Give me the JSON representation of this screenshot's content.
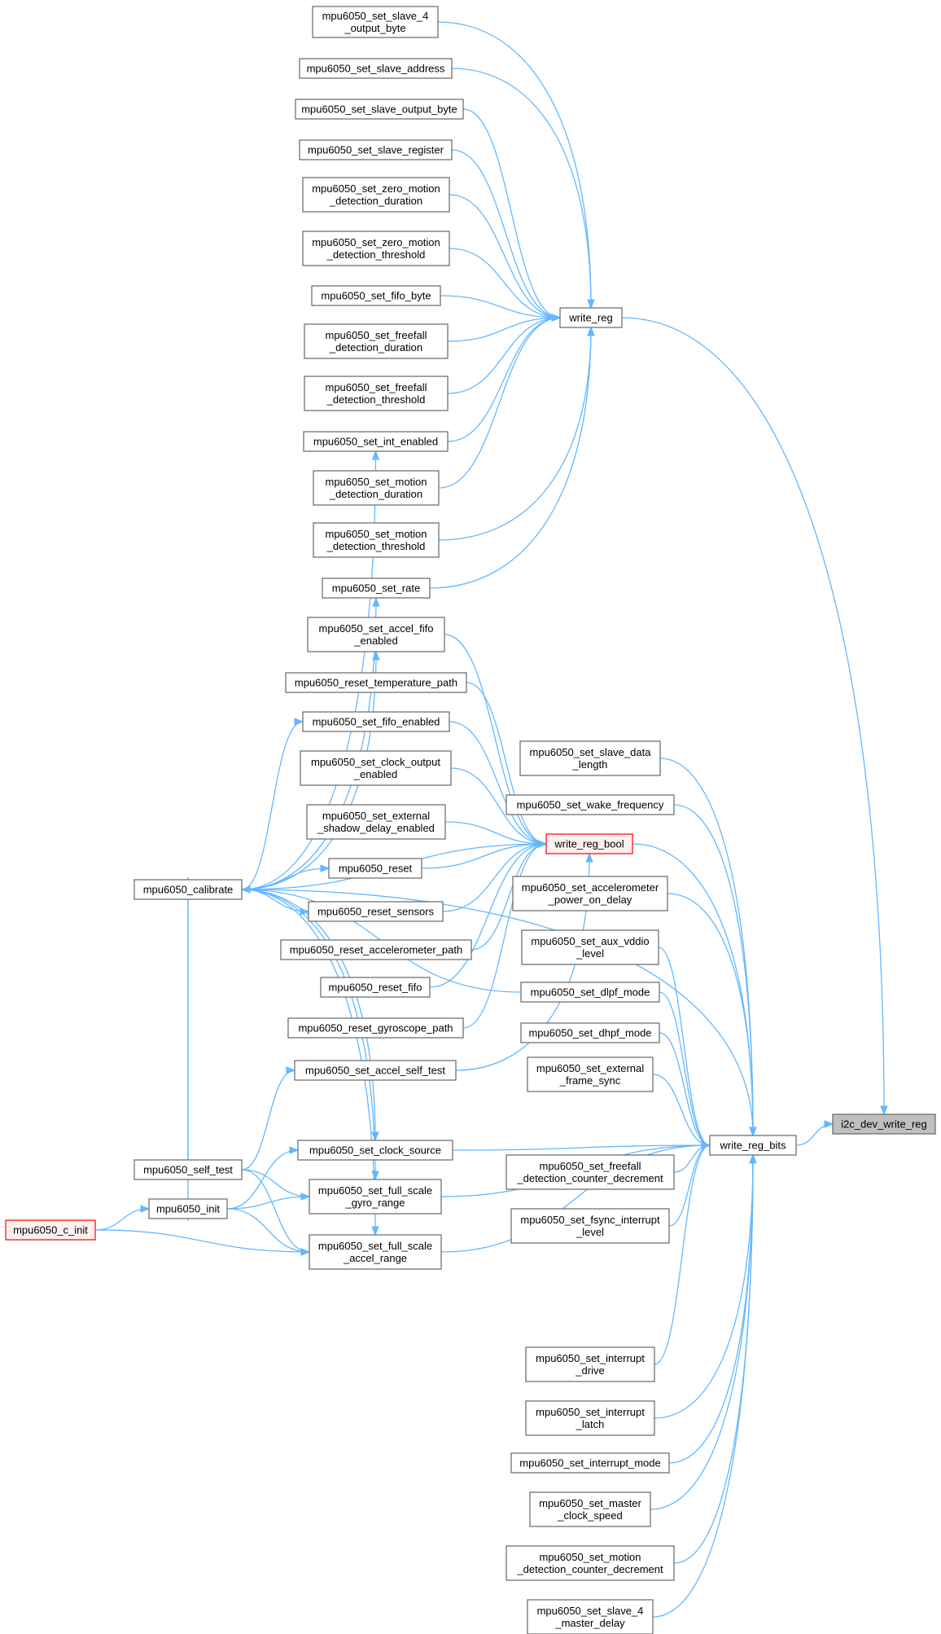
{
  "nodes": [
    {
      "id": "slave4out",
      "lines": [
        "mpu6050_set_slave_4",
        "_output_byte"
      ]
    },
    {
      "id": "slaveaddr",
      "lines": [
        "mpu6050_set_slave_address"
      ]
    },
    {
      "id": "slaveoutbyte",
      "lines": [
        "mpu6050_set_slave_output_byte"
      ]
    },
    {
      "id": "slavereg",
      "lines": [
        "mpu6050_set_slave_register"
      ]
    },
    {
      "id": "zmdur",
      "lines": [
        "mpu6050_set_zero_motion",
        "_detection_duration"
      ]
    },
    {
      "id": "zmthr",
      "lines": [
        "mpu6050_set_zero_motion",
        "_detection_threshold"
      ]
    },
    {
      "id": "fifobyte",
      "lines": [
        "mpu6050_set_fifo_byte"
      ]
    },
    {
      "id": "ffdur",
      "lines": [
        "mpu6050_set_freefall",
        "_detection_duration"
      ]
    },
    {
      "id": "ffthr",
      "lines": [
        "mpu6050_set_freefall",
        "_detection_threshold"
      ]
    },
    {
      "id": "intenabled",
      "lines": [
        "mpu6050_set_int_enabled"
      ]
    },
    {
      "id": "mdur",
      "lines": [
        "mpu6050_set_motion",
        "_detection_duration"
      ]
    },
    {
      "id": "mthr",
      "lines": [
        "mpu6050_set_motion",
        "_detection_threshold"
      ]
    },
    {
      "id": "rate",
      "lines": [
        "mpu6050_set_rate"
      ]
    },
    {
      "id": "accelfifo",
      "lines": [
        "mpu6050_set_accel_fifo",
        "_enabled"
      ]
    },
    {
      "id": "resettemp",
      "lines": [
        "mpu6050_reset_temperature_path"
      ]
    },
    {
      "id": "fifoen",
      "lines": [
        "mpu6050_set_fifo_enabled"
      ]
    },
    {
      "id": "clkout",
      "lines": [
        "mpu6050_set_clock_output",
        "_enabled"
      ]
    },
    {
      "id": "extshadow",
      "lines": [
        "mpu6050_set_external",
        "_shadow_delay_enabled"
      ]
    },
    {
      "id": "reset",
      "lines": [
        "mpu6050_reset"
      ]
    },
    {
      "id": "resetsensors",
      "lines": [
        "mpu6050_reset_sensors"
      ]
    },
    {
      "id": "resetaccel",
      "lines": [
        "mpu6050_reset_accelerometer_path"
      ]
    },
    {
      "id": "resetfifo",
      "lines": [
        "mpu6050_reset_fifo"
      ]
    },
    {
      "id": "resetgyro",
      "lines": [
        "mpu6050_reset_gyroscope_path"
      ]
    },
    {
      "id": "accelselftest",
      "lines": [
        "mpu6050_set_accel_self_test"
      ]
    },
    {
      "id": "clksrc",
      "lines": [
        "mpu6050_set_clock_source"
      ]
    },
    {
      "id": "gyrorange",
      "lines": [
        "mpu6050_set_full_scale",
        "_gyro_range"
      ]
    },
    {
      "id": "accelrange",
      "lines": [
        "mpu6050_set_full_scale",
        "_accel_range"
      ]
    },
    {
      "id": "calibrate",
      "lines": [
        "mpu6050_calibrate"
      ]
    },
    {
      "id": "selftest",
      "lines": [
        "mpu6050_self_test"
      ]
    },
    {
      "id": "init",
      "lines": [
        "mpu6050_init"
      ]
    },
    {
      "id": "cinit",
      "lines": [
        "mpu6050_c_init"
      ]
    },
    {
      "id": "writereg",
      "lines": [
        "write_reg"
      ]
    },
    {
      "id": "writeregbool",
      "lines": [
        "write_reg_bool"
      ]
    },
    {
      "id": "writeregbits",
      "lines": [
        "write_reg_bits"
      ]
    },
    {
      "id": "i2c",
      "lines": [
        "i2c_dev_write_reg"
      ]
    },
    {
      "id": "slavedatalen",
      "lines": [
        "mpu6050_set_slave_data",
        "_length"
      ]
    },
    {
      "id": "wakefreq",
      "lines": [
        "mpu6050_set_wake_frequency"
      ]
    },
    {
      "id": "accelpower",
      "lines": [
        "mpu6050_set_accelerometer",
        "_power_on_delay"
      ]
    },
    {
      "id": "auxvddio",
      "lines": [
        "mpu6050_set_aux_vddio",
        "_level"
      ]
    },
    {
      "id": "dlpf",
      "lines": [
        "mpu6050_set_dlpf_mode"
      ]
    },
    {
      "id": "dhpf",
      "lines": [
        "mpu6050_set_dhpf_mode"
      ]
    },
    {
      "id": "extframe",
      "lines": [
        "mpu6050_set_external",
        "_frame_sync"
      ]
    },
    {
      "id": "ffcounter",
      "lines": [
        "mpu6050_set_freefall",
        "_detection_counter_decrement"
      ]
    },
    {
      "id": "fsyncint",
      "lines": [
        "mpu6050_set_fsync_interrupt",
        "_level"
      ]
    },
    {
      "id": "intdrive",
      "lines": [
        "mpu6050_set_interrupt",
        "_drive"
      ]
    },
    {
      "id": "intlatch",
      "lines": [
        "mpu6050_set_interrupt",
        "_latch"
      ]
    },
    {
      "id": "intmode",
      "lines": [
        "mpu6050_set_interrupt_mode"
      ]
    },
    {
      "id": "masterclk",
      "lines": [
        "mpu6050_set_master",
        "_clock_speed"
      ]
    },
    {
      "id": "mcounter",
      "lines": [
        "mpu6050_set_motion",
        "_detection_counter_decrement"
      ]
    },
    {
      "id": "slave4delay",
      "lines": [
        "mpu6050_set_slave_4",
        "_master_delay"
      ]
    }
  ],
  "edges": [
    [
      "slave4out",
      "writereg"
    ],
    [
      "slaveaddr",
      "writereg"
    ],
    [
      "slaveoutbyte",
      "writereg"
    ],
    [
      "slavereg",
      "writereg"
    ],
    [
      "zmdur",
      "writereg"
    ],
    [
      "zmthr",
      "writereg"
    ],
    [
      "fifobyte",
      "writereg"
    ],
    [
      "ffdur",
      "writereg"
    ],
    [
      "ffthr",
      "writereg"
    ],
    [
      "intenabled",
      "writereg"
    ],
    [
      "mdur",
      "writereg"
    ],
    [
      "mthr",
      "writereg"
    ],
    [
      "rate",
      "writereg"
    ],
    [
      "writereg",
      "i2c"
    ],
    [
      "writeregbits",
      "i2c"
    ],
    [
      "accelfifo",
      "writeregbool"
    ],
    [
      "resettemp",
      "writeregbool"
    ],
    [
      "fifoen",
      "writeregbool"
    ],
    [
      "clkout",
      "writeregbool"
    ],
    [
      "extshadow",
      "writeregbool"
    ],
    [
      "reset",
      "writeregbool"
    ],
    [
      "resetsensors",
      "writeregbool"
    ],
    [
      "resetaccel",
      "writeregbool"
    ],
    [
      "resetfifo",
      "writeregbool"
    ],
    [
      "resetgyro",
      "writeregbool"
    ],
    [
      "accelselftest",
      "writeregbool"
    ],
    [
      "calibrate",
      "writeregbool"
    ],
    [
      "writeregbool",
      "writeregbits"
    ],
    [
      "slavedatalen",
      "writeregbits"
    ],
    [
      "wakefreq",
      "writeregbits"
    ],
    [
      "accelpower",
      "writeregbits"
    ],
    [
      "auxvddio",
      "writeregbits"
    ],
    [
      "dlpf",
      "writeregbits"
    ],
    [
      "dhpf",
      "writeregbits"
    ],
    [
      "extframe",
      "writeregbits"
    ],
    [
      "ffcounter",
      "writeregbits"
    ],
    [
      "fsyncint",
      "writeregbits"
    ],
    [
      "intdrive",
      "writeregbits"
    ],
    [
      "intlatch",
      "writeregbits"
    ],
    [
      "intmode",
      "writeregbits"
    ],
    [
      "masterclk",
      "writeregbits"
    ],
    [
      "mcounter",
      "writeregbits"
    ],
    [
      "slave4delay",
      "writeregbits"
    ],
    [
      "clksrc",
      "writeregbits"
    ],
    [
      "gyrorange",
      "writeregbits"
    ],
    [
      "accelrange",
      "writeregbits"
    ],
    [
      "calibrate",
      "writeregbits"
    ],
    [
      "calibrate",
      "intenabled"
    ],
    [
      "calibrate",
      "rate"
    ],
    [
      "calibrate",
      "accelfifo"
    ],
    [
      "calibrate",
      "fifoen"
    ],
    [
      "calibrate",
      "reset"
    ],
    [
      "calibrate",
      "resetsensors"
    ],
    [
      "calibrate",
      "clksrc"
    ],
    [
      "calibrate",
      "gyrorange"
    ],
    [
      "calibrate",
      "accelrange"
    ],
    [
      "selftest",
      "accelselftest"
    ],
    [
      "selftest",
      "gyrorange"
    ],
    [
      "selftest",
      "accelrange"
    ],
    [
      "selftest",
      "calibrate"
    ],
    [
      "init",
      "clksrc"
    ],
    [
      "init",
      "gyrorange"
    ],
    [
      "init",
      "accelrange"
    ],
    [
      "init",
      "calibrate"
    ],
    [
      "cinit",
      "init"
    ],
    [
      "cinit",
      "accelrange"
    ],
    [
      "dlpf",
      "calibrate"
    ]
  ]
}
